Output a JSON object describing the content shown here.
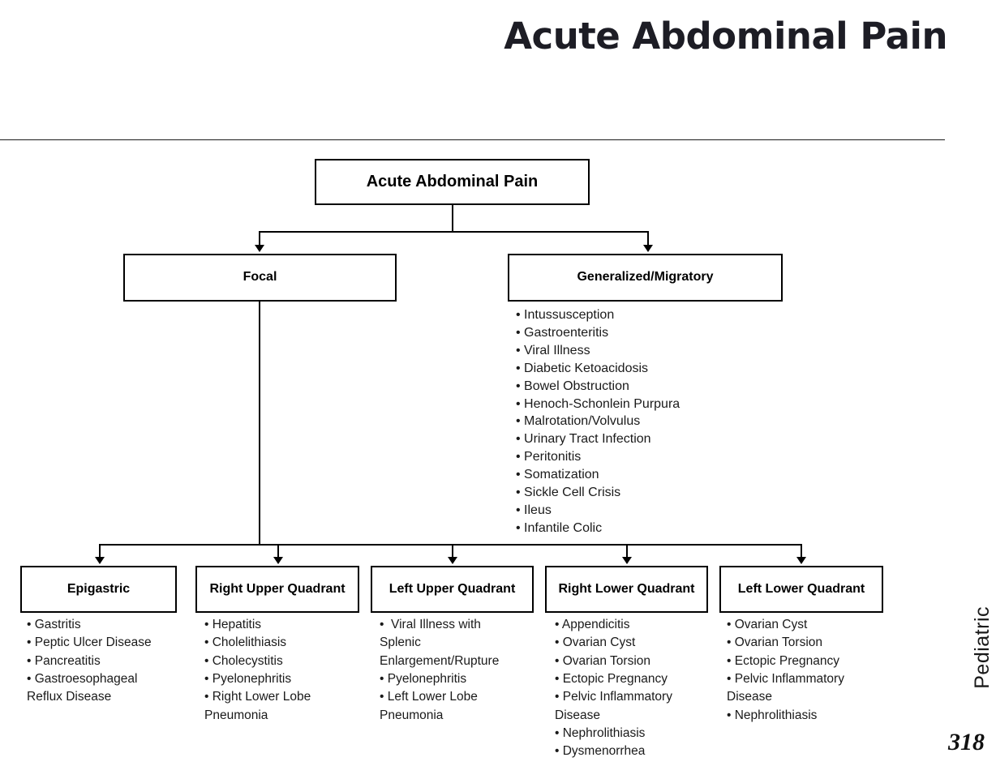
{
  "header": {
    "title": "Acute Abdominal Pain"
  },
  "margin": {
    "section_label": "Pediatric",
    "page_number": "318"
  },
  "colors": {
    "ink": "#000000",
    "title_ink": "#1d1d25",
    "page_background": "#ffffff",
    "box_border": "#000000"
  },
  "flowchart": {
    "type": "tree-diagram",
    "root": {
      "label": "Acute Abdominal Pain"
    },
    "branches": [
      {
        "key": "focal",
        "label": "Focal",
        "items": []
      },
      {
        "key": "generalized",
        "label": "Generalized/Migratory",
        "items": [
          "• Intussusception",
          "• Gastroenteritis",
          "• Viral Illness",
          "• Diabetic Ketoacidosis",
          "• Bowel Obstruction",
          "• Henoch-Schonlein Purpura",
          "• Malrotation/Volvulus",
          "• Urinary Tract Infection",
          "• Peritonitis",
          "• Somatization",
          "• Sickle Cell Crisis",
          "• Ileus",
          "• Infantile Colic"
        ]
      }
    ],
    "quadrants": [
      {
        "key": "epigastric",
        "label": "Epigastric",
        "items": [
          "• Gastritis",
          "• Peptic Ulcer Disease",
          "• Pancreatitis",
          "• Gastroesophageal\nReflux Disease"
        ]
      },
      {
        "key": "right_upper_quadrant",
        "label": "Right Upper Quadrant",
        "items": [
          "• Hepatitis",
          "• Cholelithiasis",
          "• Cholecystitis",
          "• Pyelonephritis",
          "• Right Lower Lobe\nPneumonia"
        ]
      },
      {
        "key": "left_upper_quadrant",
        "label": "Left Upper Quadrant",
        "items": [
          "•  Viral Illness with\nSplenic\nEnlargement/Rupture",
          "• Pyelonephritis",
          "• Left Lower Lobe\nPneumonia"
        ]
      },
      {
        "key": "right_lower_quadrant",
        "label": "Right Lower Quadrant",
        "items": [
          "• Appendicitis",
          "• Ovarian Cyst",
          "• Ovarian Torsion",
          "• Ectopic Pregnancy",
          "• Pelvic Inflammatory\nDisease",
          "• Nephrolithiasis",
          "• Dysmenorrhea"
        ]
      },
      {
        "key": "left_lower_quadrant",
        "label": "Left Lower Quadrant",
        "items": [
          "• Ovarian Cyst",
          "• Ovarian Torsion",
          "• Ectopic Pregnancy",
          "• Pelvic Inflammatory\nDisease",
          "• Nephrolithiasis"
        ]
      }
    ]
  }
}
